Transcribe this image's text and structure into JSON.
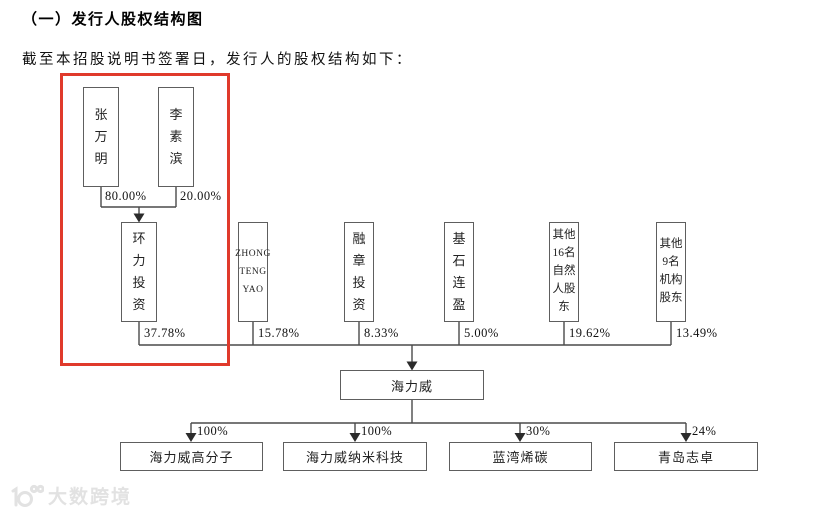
{
  "header": {
    "title": "（一）发行人股权结构图",
    "subtitle": "截至本招股说明书签署日，发行人的股权结构如下："
  },
  "diagram": {
    "founders": [
      {
        "name": "张\n万\n明",
        "stake": "80.00%"
      },
      {
        "name": "李\n素\n滨",
        "stake": "20.00%"
      }
    ],
    "controlling_entity": {
      "name": "环\n力\n投\n资",
      "stake": "37.78%"
    },
    "shareholders": [
      {
        "name": "ZHONG\nTENG\nYAO",
        "stake": "15.78%"
      },
      {
        "name": "融\n章\n投\n资",
        "stake": "8.33%"
      },
      {
        "name": "基\n石\n连\n盈",
        "stake": "5.00%"
      },
      {
        "name": "其他\n16名\n自然\n人股\n东",
        "stake": "19.62%"
      },
      {
        "name": "其他\n9名\n机构\n股东",
        "stake": "13.49%"
      }
    ],
    "issuer": {
      "name": "海力威"
    },
    "subsidiaries": [
      {
        "name": "海力威高分子",
        "stake": "100%"
      },
      {
        "name": "海力威纳米科技",
        "stake": "100%"
      },
      {
        "name": "蓝湾烯碳",
        "stake": "30%"
      },
      {
        "name": "青岛志卓",
        "stake": "24%"
      }
    ]
  },
  "annotation": {
    "highlight_color": "#e03a2b"
  },
  "watermark": {
    "brand": "大数跨境"
  }
}
